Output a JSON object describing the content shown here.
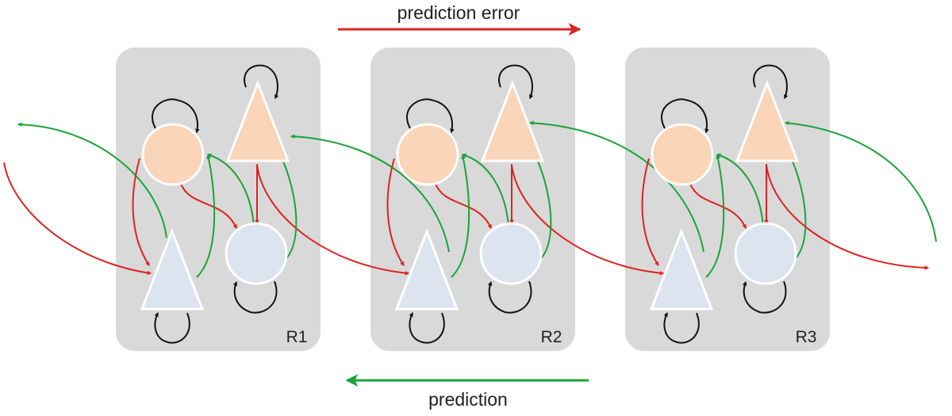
{
  "labels": {
    "prediction_error": "prediction error",
    "prediction": "prediction"
  },
  "regions": [
    {
      "label": "R1"
    },
    {
      "label": "R2"
    },
    {
      "label": "R3"
    }
  ],
  "colors": {
    "background": "#ffffff",
    "region_fill": "#d9d9d9",
    "superficial_cell": "#fbd5b8",
    "deep_cell": "#dce4f0",
    "cell_outline": "#ffffff",
    "prediction_error_arrow": "#e02222",
    "prediction_arrow": "#1aa33a",
    "recurrent_arrow": "#111111"
  }
}
